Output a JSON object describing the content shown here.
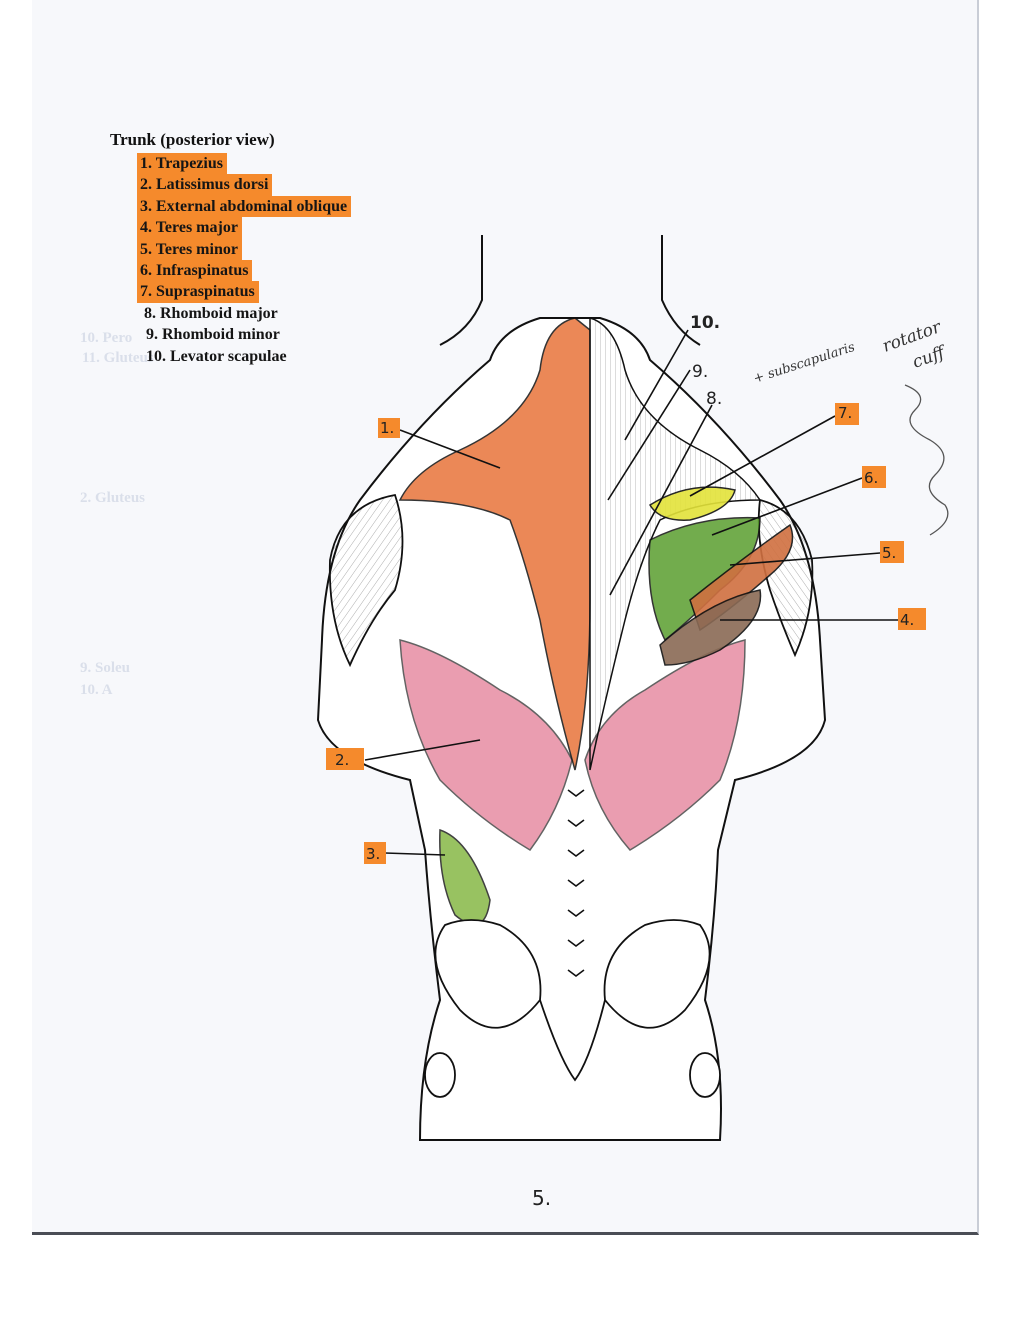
{
  "legend": {
    "title": "Trunk (posterior view)",
    "items": [
      {
        "number": "1.",
        "name": "Trapezius",
        "highlighted": true
      },
      {
        "number": "2.",
        "name": "Latissimus dorsi",
        "highlighted": true
      },
      {
        "number": "3.",
        "name": "External abdominal oblique",
        "highlighted": true
      },
      {
        "number": "4.",
        "name": "Teres major",
        "highlighted": true
      },
      {
        "number": "5.",
        "name": "Teres minor",
        "highlighted": true
      },
      {
        "number": "6.",
        "name": "Infraspinatus",
        "highlighted": true
      },
      {
        "number": "7.",
        "name": "Supraspinatus",
        "highlighted": true
      },
      {
        "number": "8.",
        "name": "Rhomboid major",
        "highlighted": false
      },
      {
        "number": "9.",
        "name": "Rhomboid minor",
        "highlighted": false
      },
      {
        "number": "10.",
        "name": "Levator scapulae",
        "highlighted": false
      }
    ]
  },
  "callouts": {
    "c1": "1.",
    "c2": "2.",
    "c3": "3.",
    "c4": "4.",
    "c5": "5.",
    "c6": "6.",
    "c7": "7.",
    "c8": "8.",
    "c9": "9.",
    "c10": "10."
  },
  "annotations": {
    "subscapularis": "+ subscapularis",
    "rotator": "rotator",
    "cuff": "cuff"
  },
  "page_number": "5.",
  "colors": {
    "highlight": "#f58a2c",
    "trapezius": "#e8743a",
    "latissimus": "#e06a86",
    "oblique": "#7fb33a",
    "teres_major": "#8a6a55",
    "teres_minor": "#d07040",
    "infraspinatus": "#5a9e2e",
    "supraspinatus": "#e3e33a"
  }
}
